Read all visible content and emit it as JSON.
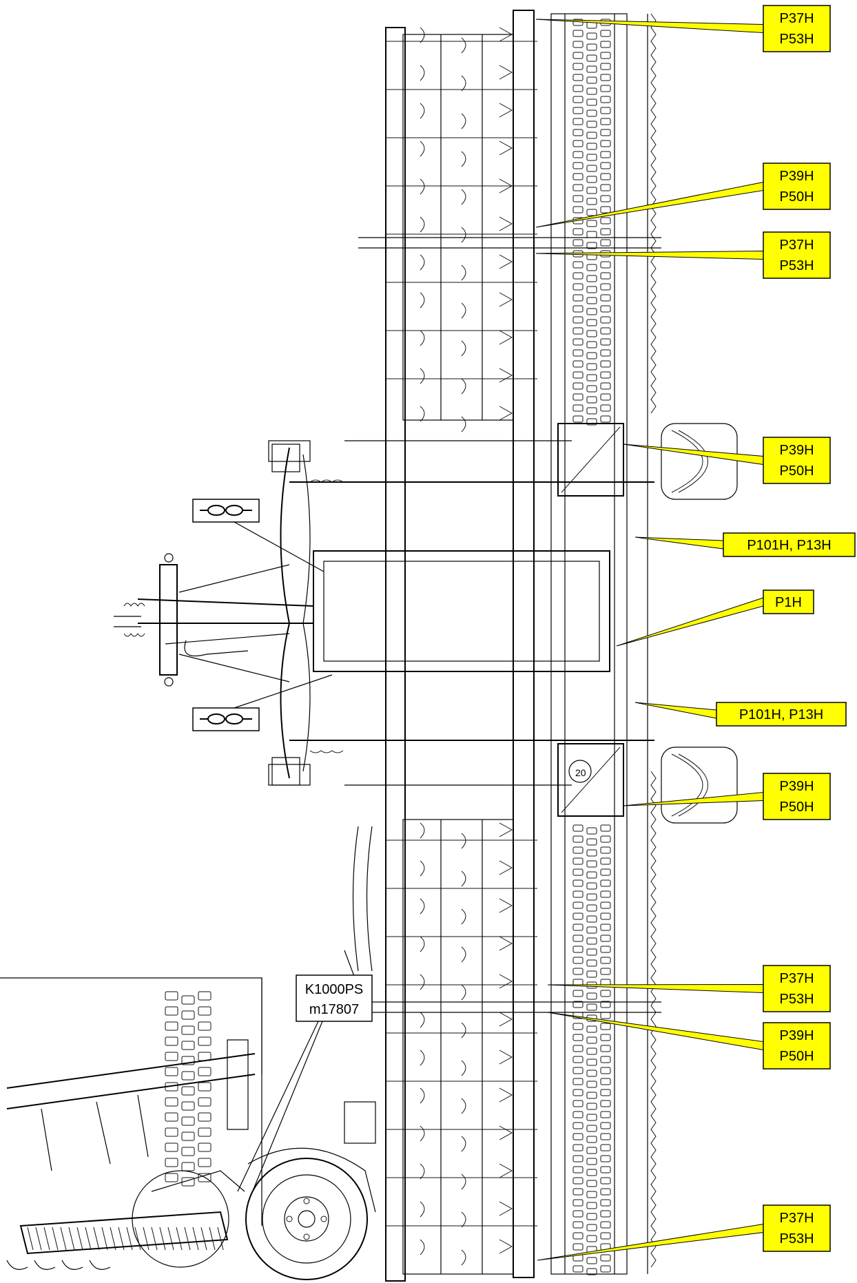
{
  "callouts": [
    {
      "id": "c1",
      "lines": [
        "P37H",
        "P53H"
      ]
    },
    {
      "id": "c2",
      "lines": [
        "P39H",
        "P50H"
      ]
    },
    {
      "id": "c3",
      "lines": [
        "P37H",
        "P53H"
      ]
    },
    {
      "id": "c4",
      "lines": [
        "P39H",
        "P50H"
      ]
    },
    {
      "id": "c5",
      "lines": [
        "P101H, P13H"
      ]
    },
    {
      "id": "c6",
      "lines": [
        "P1H"
      ]
    },
    {
      "id": "c7",
      "lines": [
        "P101H, P13H"
      ]
    },
    {
      "id": "c8",
      "lines": [
        "P39H",
        "P50H"
      ]
    },
    {
      "id": "c9",
      "lines": [
        "P37H",
        "P53H"
      ]
    },
    {
      "id": "c10",
      "lines": [
        "P39H",
        "P50H"
      ]
    },
    {
      "id": "c11",
      "lines": [
        "P37H",
        "P53H"
      ]
    }
  ],
  "inset_label": {
    "lines": [
      "K1000PS",
      "m17807"
    ]
  },
  "chain_symbol_count": 2,
  "colors": {
    "callout_fill": "#ffff00",
    "callout_stroke": "#000000",
    "drawing_stroke": "#000000"
  },
  "icons": [
    "chain-link-icon"
  ]
}
